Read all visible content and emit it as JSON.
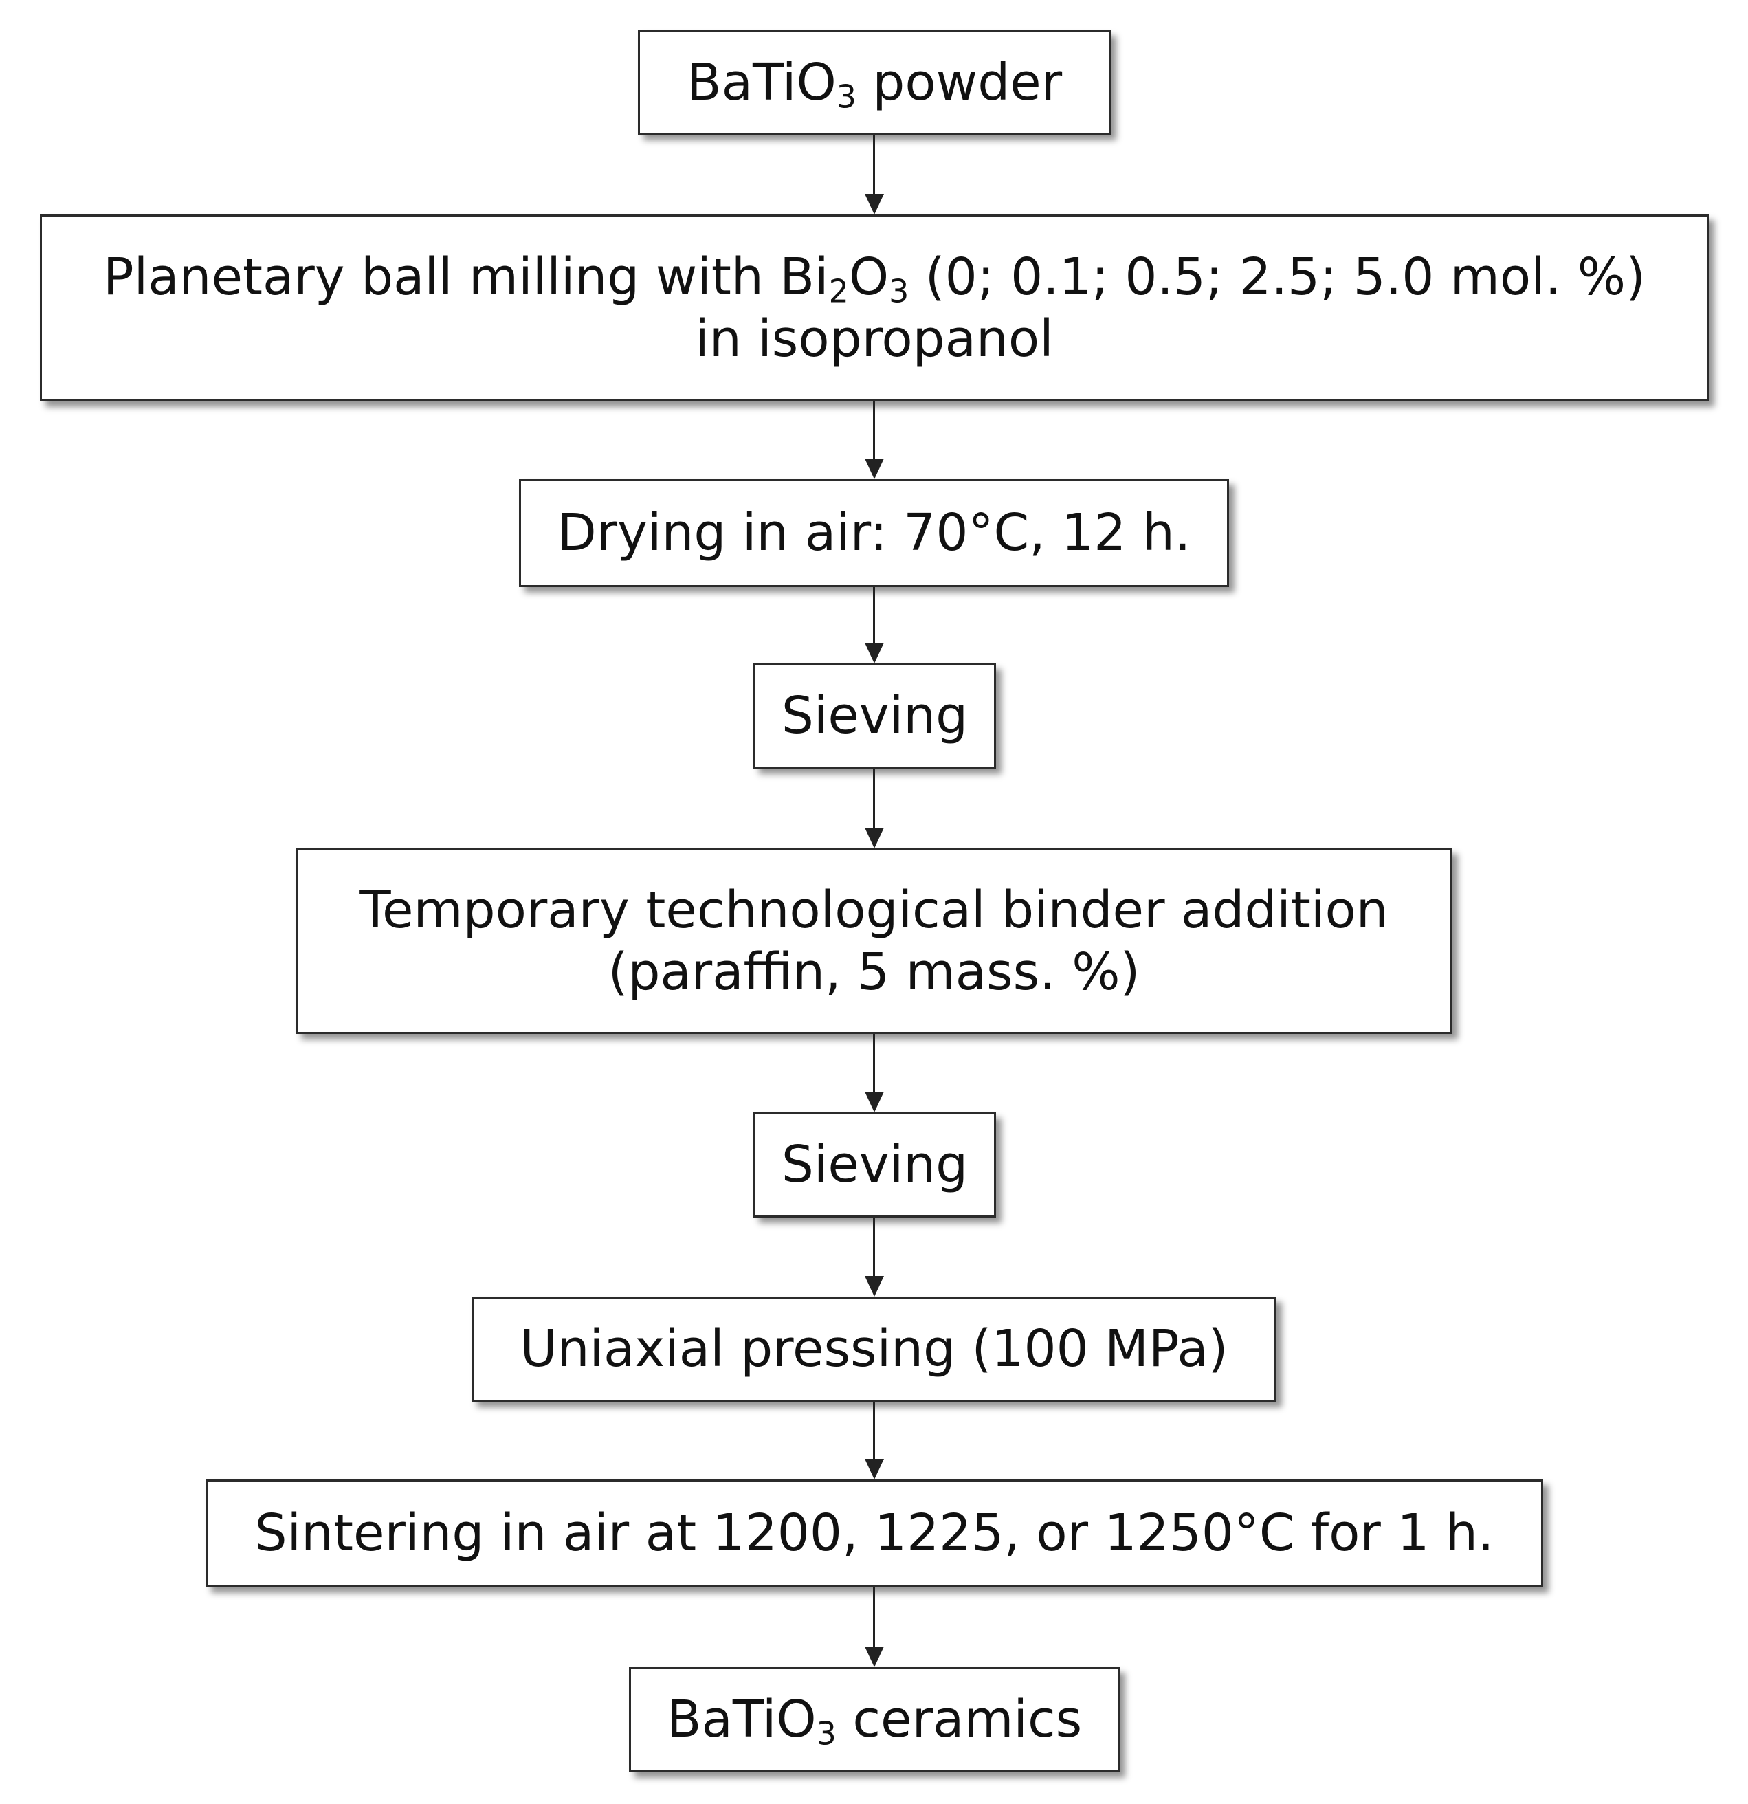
{
  "diagram": {
    "steps": [
      {
        "id": "powder",
        "parts": [
          [
            "BaTiO",
            ""
          ],
          [
            "3",
            "sub"
          ],
          [
            " powder",
            ""
          ]
        ]
      },
      {
        "id": "milling",
        "lines": [
          [
            [
              "Planetary ball milling with Bi",
              ""
            ],
            [
              "2",
              "sub"
            ],
            [
              "O",
              ""
            ],
            [
              "3",
              "sub"
            ],
            [
              " (0; 0.1; 0.5; 2.5; 5.0 mol. %)",
              ""
            ]
          ],
          [
            [
              "in isopropanol",
              ""
            ]
          ]
        ]
      },
      {
        "id": "drying",
        "parts": [
          [
            "Drying in air: 70°C, 12 h.",
            ""
          ]
        ]
      },
      {
        "id": "sieving-1",
        "parts": [
          [
            "Sieving",
            ""
          ]
        ]
      },
      {
        "id": "binder",
        "lines": [
          [
            [
              "Temporary technological binder addition",
              ""
            ]
          ],
          [
            [
              "(paraffin, 5 mass. %)",
              ""
            ]
          ]
        ]
      },
      {
        "id": "sieving-2",
        "parts": [
          [
            "Sieving",
            ""
          ]
        ]
      },
      {
        "id": "pressing",
        "parts": [
          [
            "Uniaxial pressing (100  MPa)",
            ""
          ]
        ]
      },
      {
        "id": "sintering",
        "parts": [
          [
            "Sintering in air at 1200, 1225,  or 1250°C for  1 h.",
            ""
          ]
        ]
      },
      {
        "id": "ceramics",
        "parts": [
          [
            "BaTiO",
            ""
          ],
          [
            "3",
            "sub"
          ],
          [
            " ceramics",
            ""
          ]
        ]
      }
    ]
  }
}
